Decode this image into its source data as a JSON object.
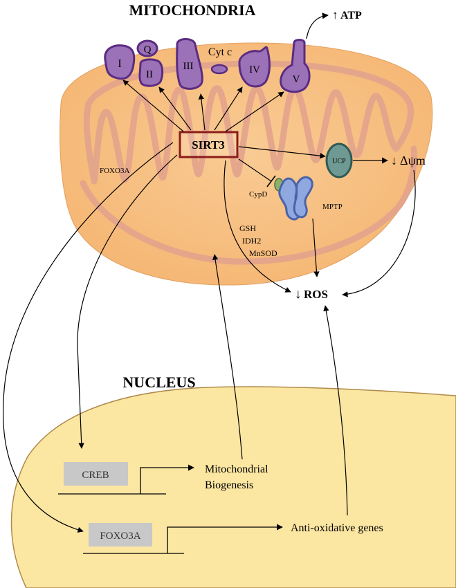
{
  "colors": {
    "mito_fill": "#f7be80",
    "mito_highlight": "#f9cb94",
    "cristae": "#e2a38c",
    "complex_fill": "#9b71b8",
    "complex_stroke": "#5a2c82",
    "sirt3_border": "#8a1b1b",
    "ucp_fill": "#6f9a94",
    "ucp_stroke": "#2f5a56",
    "mptp_fill": "#8fa8e0",
    "mptp_stroke": "#4a63a8",
    "cypd_fill": "#8eb06a",
    "nucleus_fill": "#fbe6a2",
    "nucleus_stroke": "#b08a4a",
    "gene_box": "#c8c8c8",
    "arrow": "#000000"
  },
  "titles": {
    "mitochondria": "MITOCHONDRIA",
    "nucleus": "NUCLEUS"
  },
  "complexes": {
    "c1": "I",
    "cq": "Q",
    "c2": "II",
    "c3": "III",
    "cytc": "Cyt c",
    "c4": "IV",
    "c5": "V"
  },
  "labels": {
    "atp_arrow": "↑",
    "atp": "ATP",
    "sirt3": "SIRT3",
    "ucp": "UCP",
    "dpsi_arrow": "↓",
    "dpsi": "Δψm",
    "cypd": "CypD",
    "mptp": "MPTP",
    "foxo3a_mito": "FOXO3A",
    "gsh": "GSH",
    "idh2": "IDH2",
    "mnsod": "MnSOD",
    "ros_arrow": "↓",
    "ros": "ROS"
  },
  "nucleus": {
    "creb": "CREB",
    "mito_bio_line1": "Mitochondrial",
    "mito_bio_line2": "Biogenesis",
    "foxo3a": "FOXO3A",
    "anti_ox": "Anti-oxidative genes"
  }
}
